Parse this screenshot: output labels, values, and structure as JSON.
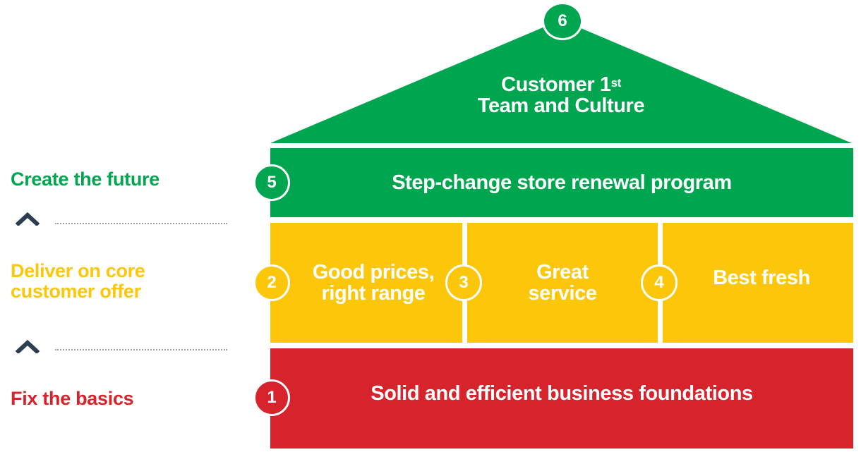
{
  "colors": {
    "green": "#00A64F",
    "yellow": "#FCC70A",
    "red": "#D7232B",
    "chevron": "#2c3e50",
    "dots": "#9a9a9a"
  },
  "left_labels": {
    "future": "Create the future",
    "core_line1": "Deliver on core",
    "core_line2": "customer offer",
    "basics": "Fix the basics"
  },
  "roof": {
    "number": "6",
    "line1_main": "Customer 1",
    "line1_sup": "st",
    "line2": "Team and Culture"
  },
  "blocks": {
    "b5": {
      "number": "5",
      "text": "Step-change store renewal program"
    },
    "b2": {
      "number": "2",
      "line1": "Good prices,",
      "line2": "right range"
    },
    "b3": {
      "number": "3",
      "line1": "Great",
      "line2": "service"
    },
    "b4": {
      "number": "4",
      "text": "Best fresh"
    },
    "b1": {
      "number": "1",
      "text": "Solid and efficient business foundations"
    }
  },
  "icons": [
    "chevron-up-icon",
    "chevron-up-icon"
  ]
}
